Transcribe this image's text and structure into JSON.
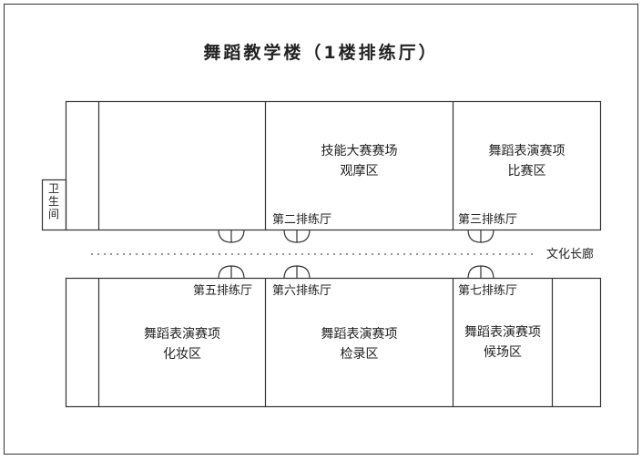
{
  "title": "舞蹈教学楼（1楼排练厅）",
  "restroom": "卫生间",
  "corridor": "文化长廊",
  "rooms": {
    "skills": {
      "line1": "技能大赛赛场",
      "line2": "观摩区"
    },
    "perf_compete": {
      "line1": "舞蹈表演赛项",
      "line2": "比赛区"
    },
    "makeup": {
      "line1": "舞蹈表演赛项",
      "line2": "化妆区"
    },
    "checkin": {
      "line1": "舞蹈表演赛项",
      "line2": "检录区"
    },
    "waiting": {
      "line1": "舞蹈表演赛项",
      "line2": "候场区"
    }
  },
  "halls": {
    "h2": "第二排练厅",
    "h3": "第三排练厅",
    "h5": "第五排练厅",
    "h6": "第六排练厅",
    "h7": "第七排练厅"
  },
  "colors": {
    "line": "#333333"
  }
}
